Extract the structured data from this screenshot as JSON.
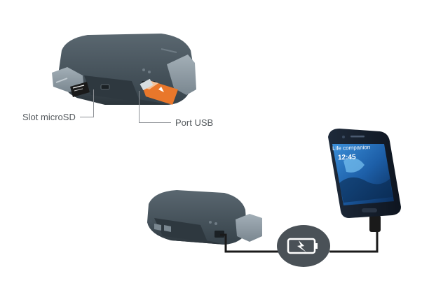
{
  "labels": {
    "slot_microsd": "Slot microSD",
    "port_usb": "Port USB"
  },
  "phone": {
    "screen_text": "Life companion",
    "screen_time": "12:45"
  },
  "icons": {
    "charging_badge": "battery-charging-icon",
    "usb_stick": "usb-drive-icon",
    "microsd_card": "microsd-card-icon"
  },
  "colors": {
    "device_body": "#3d4a52",
    "rubber_cap": "#8a97a0",
    "usb_stick": "#e9772b",
    "badge": "#4a5157",
    "cable": "#1a1a1a"
  }
}
